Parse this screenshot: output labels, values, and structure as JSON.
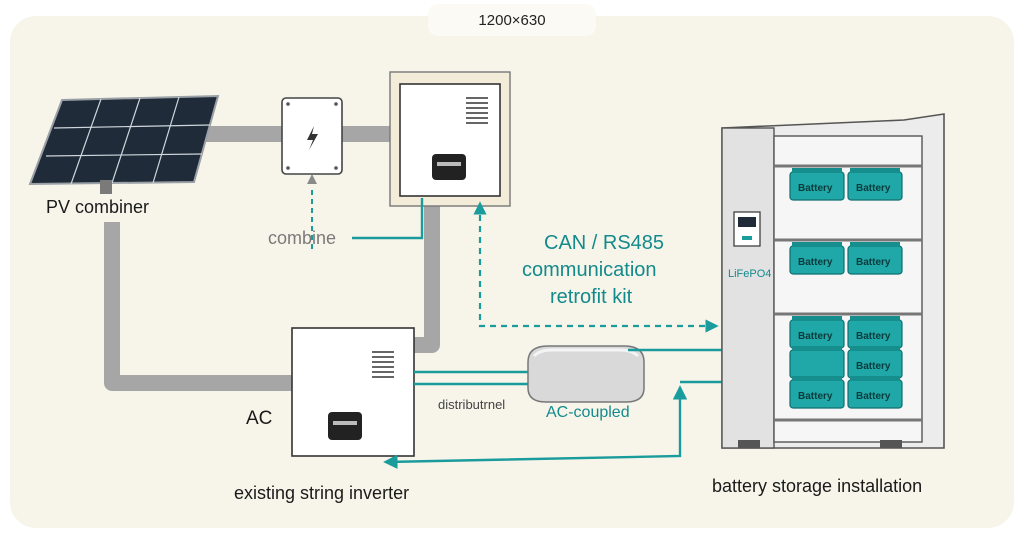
{
  "badge": {
    "text": "1200×630"
  },
  "labels": {
    "pv_combiner": "PV combiner",
    "combine": "combine",
    "ac": "AC",
    "distribution": "distributrnel",
    "existing_inverter": "existing string inverter",
    "comm_line1": "CAN / RS485",
    "comm_line2": "communication",
    "comm_line3": "retrofit kit",
    "ac_coupled": "AC-coupled",
    "storage": "battery storage installation",
    "lifepo4": "LiFePO4"
  },
  "battery_cells": [
    "Battery",
    "Battery",
    "Battery",
    "Battery",
    "Battery",
    "Battery",
    "",
    "Battery",
    "Battery",
    "Battery"
  ],
  "colors": {
    "background": "#f7f5ea",
    "teal": "#1a9c9c",
    "cable_gray": "#a6a6a6",
    "battery": "#20a7a7",
    "cabinet": "#e7e7e7"
  }
}
